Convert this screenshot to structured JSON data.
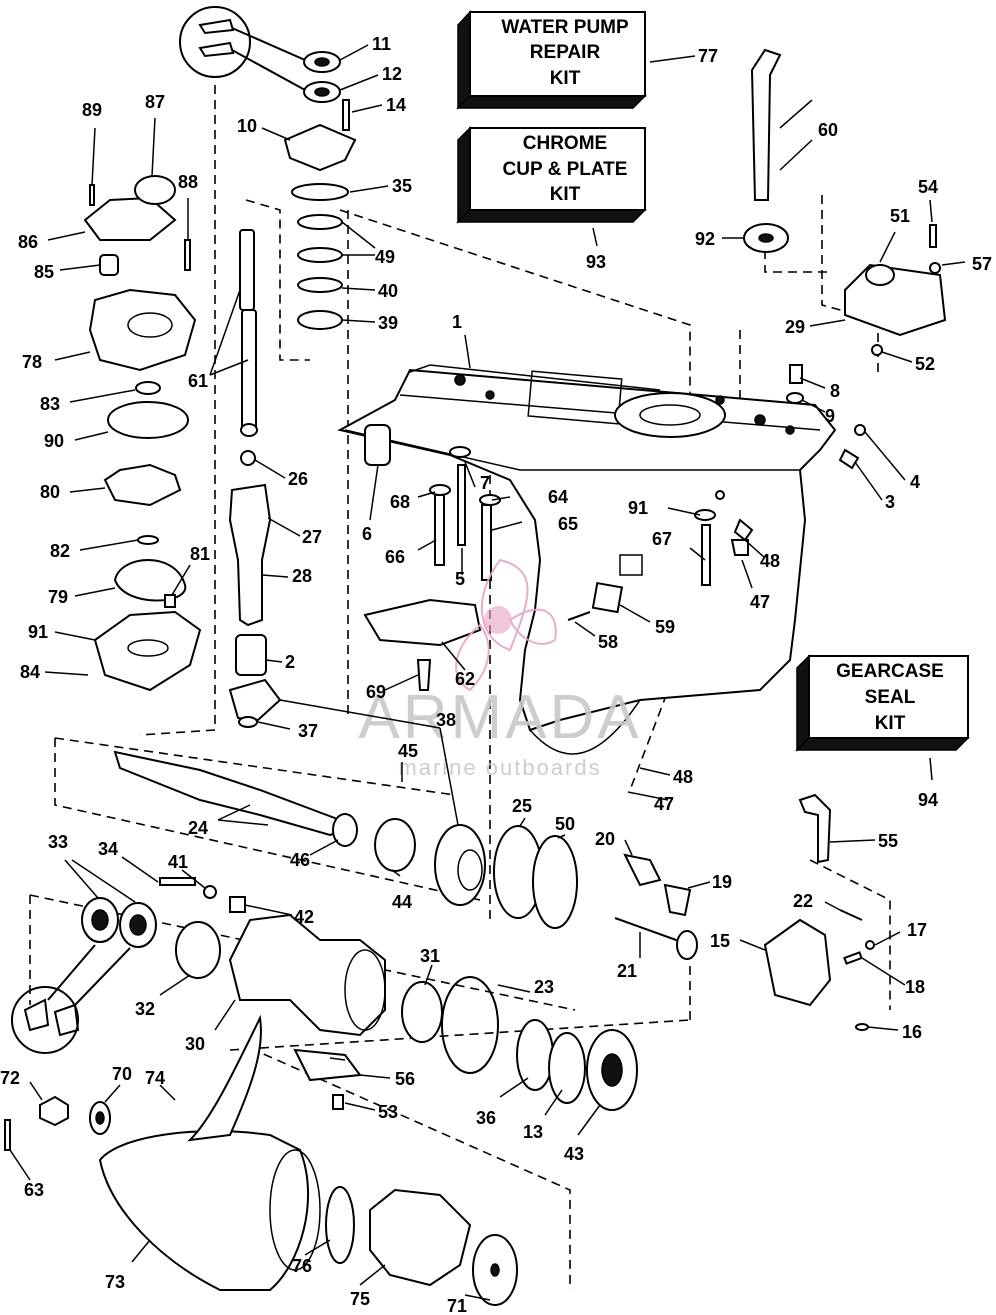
{
  "kits": [
    {
      "id": "water-pump",
      "lines": [
        "WATER PUMP",
        "REPAIR",
        "KIT"
      ],
      "number": "77"
    },
    {
      "id": "chrome-cup",
      "lines": [
        "CHROME",
        "CUP & PLATE",
        "KIT"
      ],
      "number": "93"
    },
    {
      "id": "gearcase-seal",
      "lines": [
        "GEARCASE",
        "SEAL",
        "KIT"
      ],
      "number": "94"
    }
  ],
  "watermark": {
    "brand": "ARMADA",
    "tagline": "marine outboards"
  },
  "part_numbers": [
    "1",
    "2",
    "3",
    "4",
    "5",
    "6",
    "7",
    "8",
    "9",
    "10",
    "11",
    "12",
    "13",
    "14",
    "15",
    "16",
    "17",
    "18",
    "19",
    "20",
    "21",
    "22",
    "23",
    "24",
    "25",
    "26",
    "27",
    "28",
    "29",
    "30",
    "31",
    "32",
    "33",
    "34",
    "35",
    "36",
    "37",
    "38",
    "39",
    "40",
    "41",
    "42",
    "43",
    "44",
    "45",
    "46",
    "47",
    "47",
    "48",
    "48",
    "49",
    "50",
    "51",
    "52",
    "53",
    "54",
    "55",
    "56",
    "57",
    "58",
    "59",
    "60",
    "61",
    "62",
    "63",
    "64",
    "65",
    "66",
    "67",
    "68",
    "69",
    "70",
    "71",
    "72",
    "73",
    "74",
    "75",
    "76",
    "78",
    "79",
    "80",
    "81",
    "82",
    "83",
    "84",
    "85",
    "86",
    "87",
    "88",
    "89",
    "90",
    "91",
    "91",
    "92"
  ]
}
